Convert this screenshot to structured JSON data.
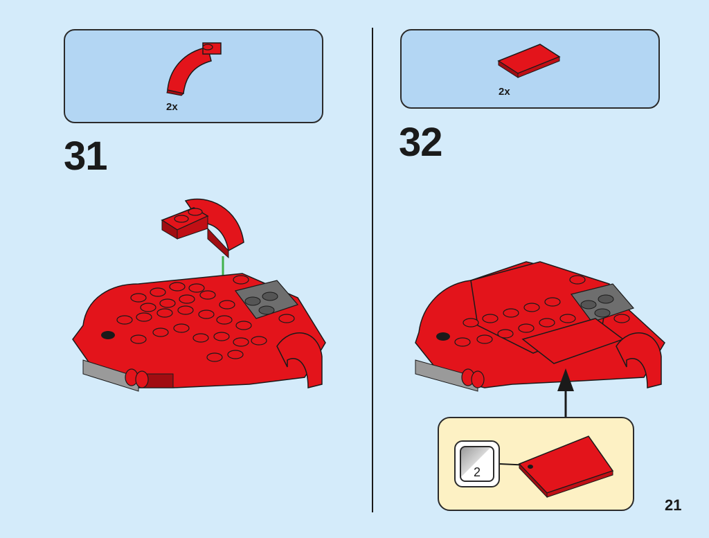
{
  "step31": {
    "number": "31",
    "parts_qty": "2x"
  },
  "step32": {
    "number": "32",
    "parts_qty": "2x"
  },
  "sticker": {
    "sheet_number": "2"
  },
  "page": {
    "number": "21"
  },
  "colors": {
    "background": "#d4ebfa",
    "parts_box": "#b3d6f3",
    "callout": "#fdf1c4",
    "brick_red": "#e3141b",
    "brick_dark_red": "#a10d12",
    "brick_gray": "#6e6e6e",
    "arrow_green": "#3fb04a"
  }
}
